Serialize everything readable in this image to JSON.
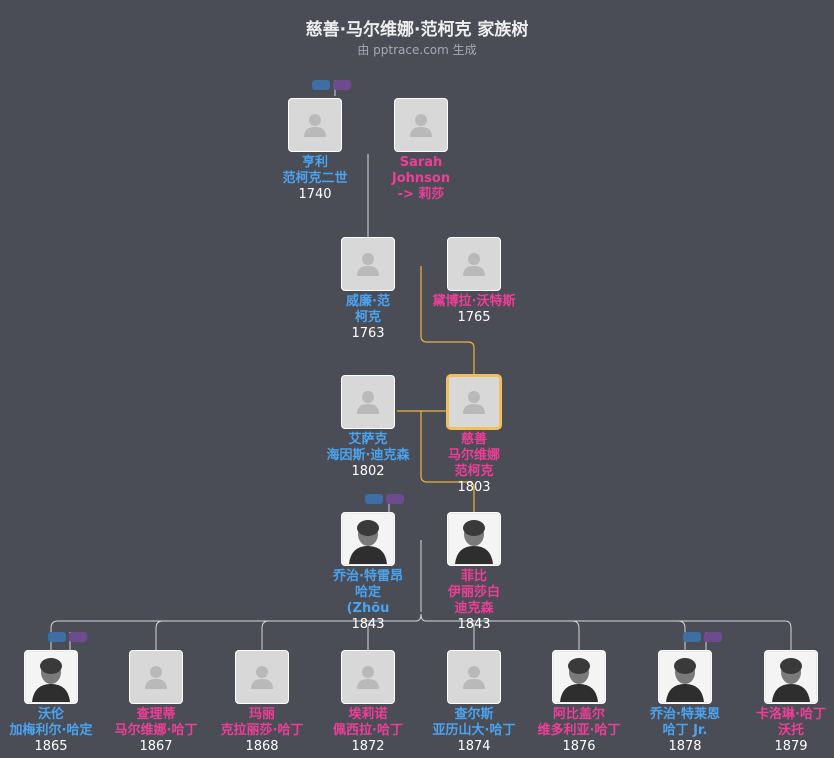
{
  "title": "慈善·马尔维娜·范柯克 家族树",
  "subtitle": "由 pptrace.com 生成",
  "colors": {
    "male": "#4aa3f0",
    "female": "#ee3e97",
    "focus": "#f2c05a",
    "line": "#d7d7d7",
    "focus_line": "#f0b43c"
  },
  "people": [
    {
      "id": "henry",
      "lines": [
        "亨利",
        "范柯克二世"
      ],
      "year": "1740",
      "gender": "m",
      "photo": "placeholder"
    },
    {
      "id": "sarah",
      "lines": [
        "Sarah",
        "Johnson",
        "-> 莉莎"
      ],
      "year": "",
      "gender": "f",
      "photo": "placeholder"
    },
    {
      "id": "william",
      "lines": [
        "威廉·范",
        "柯克"
      ],
      "year": "1763",
      "gender": "m",
      "photo": "placeholder"
    },
    {
      "id": "deborah",
      "lines": [
        "黛博拉·沃特斯"
      ],
      "year": "1765",
      "gender": "f",
      "photo": "placeholder"
    },
    {
      "id": "isaac",
      "lines": [
        "艾萨克",
        "海因斯·迪克森"
      ],
      "year": "1802",
      "gender": "m",
      "photo": "placeholder"
    },
    {
      "id": "charity",
      "lines": [
        "慈善",
        "马尔维娜",
        "范柯克"
      ],
      "year": "1803",
      "gender": "f",
      "photo": "placeholder",
      "focus": true
    },
    {
      "id": "george",
      "lines": [
        "乔治·特雷昂",
        "哈定",
        "(Zhōu"
      ],
      "year": "1843",
      "gender": "m",
      "photo": "photo"
    },
    {
      "id": "phoebe",
      "lines": [
        "菲比",
        "伊丽莎白",
        "迪克森"
      ],
      "year": "1843",
      "gender": "f",
      "photo": "photo"
    },
    {
      "id": "warren",
      "lines": [
        "沃伦",
        "加梅利尔·哈定"
      ],
      "year": "1865",
      "gender": "m",
      "photo": "photo"
    },
    {
      "id": "charity2",
      "lines": [
        "查理蒂",
        "马尔维娜·哈丁"
      ],
      "year": "1867",
      "gender": "f",
      "photo": "placeholder"
    },
    {
      "id": "mary",
      "lines": [
        "玛丽",
        "克拉丽莎·哈丁"
      ],
      "year": "1868",
      "gender": "f",
      "photo": "placeholder"
    },
    {
      "id": "eleanor",
      "lines": [
        "埃莉诺",
        "佩西拉·哈丁"
      ],
      "year": "1872",
      "gender": "f",
      "photo": "placeholder"
    },
    {
      "id": "charles",
      "lines": [
        "查尔斯",
        "亚历山大·哈丁"
      ],
      "year": "1874",
      "gender": "m",
      "photo": "placeholder"
    },
    {
      "id": "abigail",
      "lines": [
        "阿比盖尔",
        "维多利亚·哈丁"
      ],
      "year": "1876",
      "gender": "f",
      "photo": "photo"
    },
    {
      "id": "george2",
      "lines": [
        "乔治·特莱恩",
        "哈丁 Jr."
      ],
      "year": "1878",
      "gender": "m",
      "photo": "photo"
    },
    {
      "id": "caroline",
      "lines": [
        "卡洛琳·哈丁",
        "沃托"
      ],
      "year": "1879",
      "gender": "f",
      "photo": "photo"
    }
  ]
}
